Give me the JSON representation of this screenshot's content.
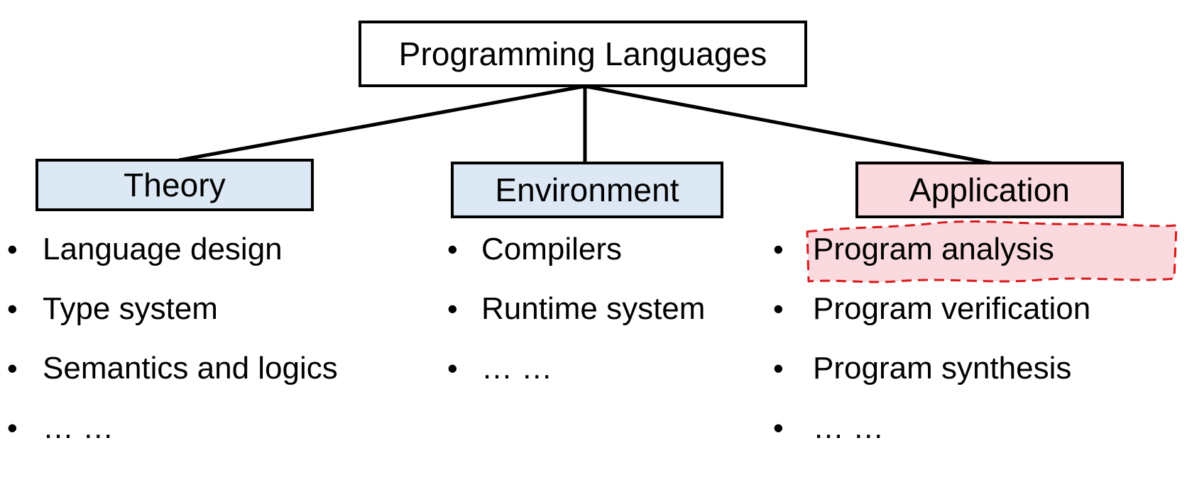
{
  "diagram": {
    "title": "Programming Languages taxonomy",
    "root": {
      "label": "Programming Languages"
    },
    "branches": [
      {
        "key": "theory",
        "label": "Theory",
        "fill": "#dce9f5",
        "items": [
          "Language design",
          "Type system",
          "Semantics and logics",
          "… …"
        ]
      },
      {
        "key": "environment",
        "label": "Environment",
        "fill": "#dce9f5",
        "items": [
          "Compilers",
          "Runtime system",
          "… …"
        ]
      },
      {
        "key": "application",
        "label": "Application",
        "fill": "#fadade",
        "items": [
          "Program analysis",
          "Program verification",
          "Program synthesis",
          "… …"
        ],
        "highlighted_item": "Program analysis"
      }
    ],
    "bullet_glyph": "•",
    "highlight": {
      "stroke_color": "#d7191c",
      "fill_color": "#fadade",
      "style": "dashed-hand-drawn"
    },
    "connector_color": "#000000",
    "box_border_color": "#000000"
  }
}
